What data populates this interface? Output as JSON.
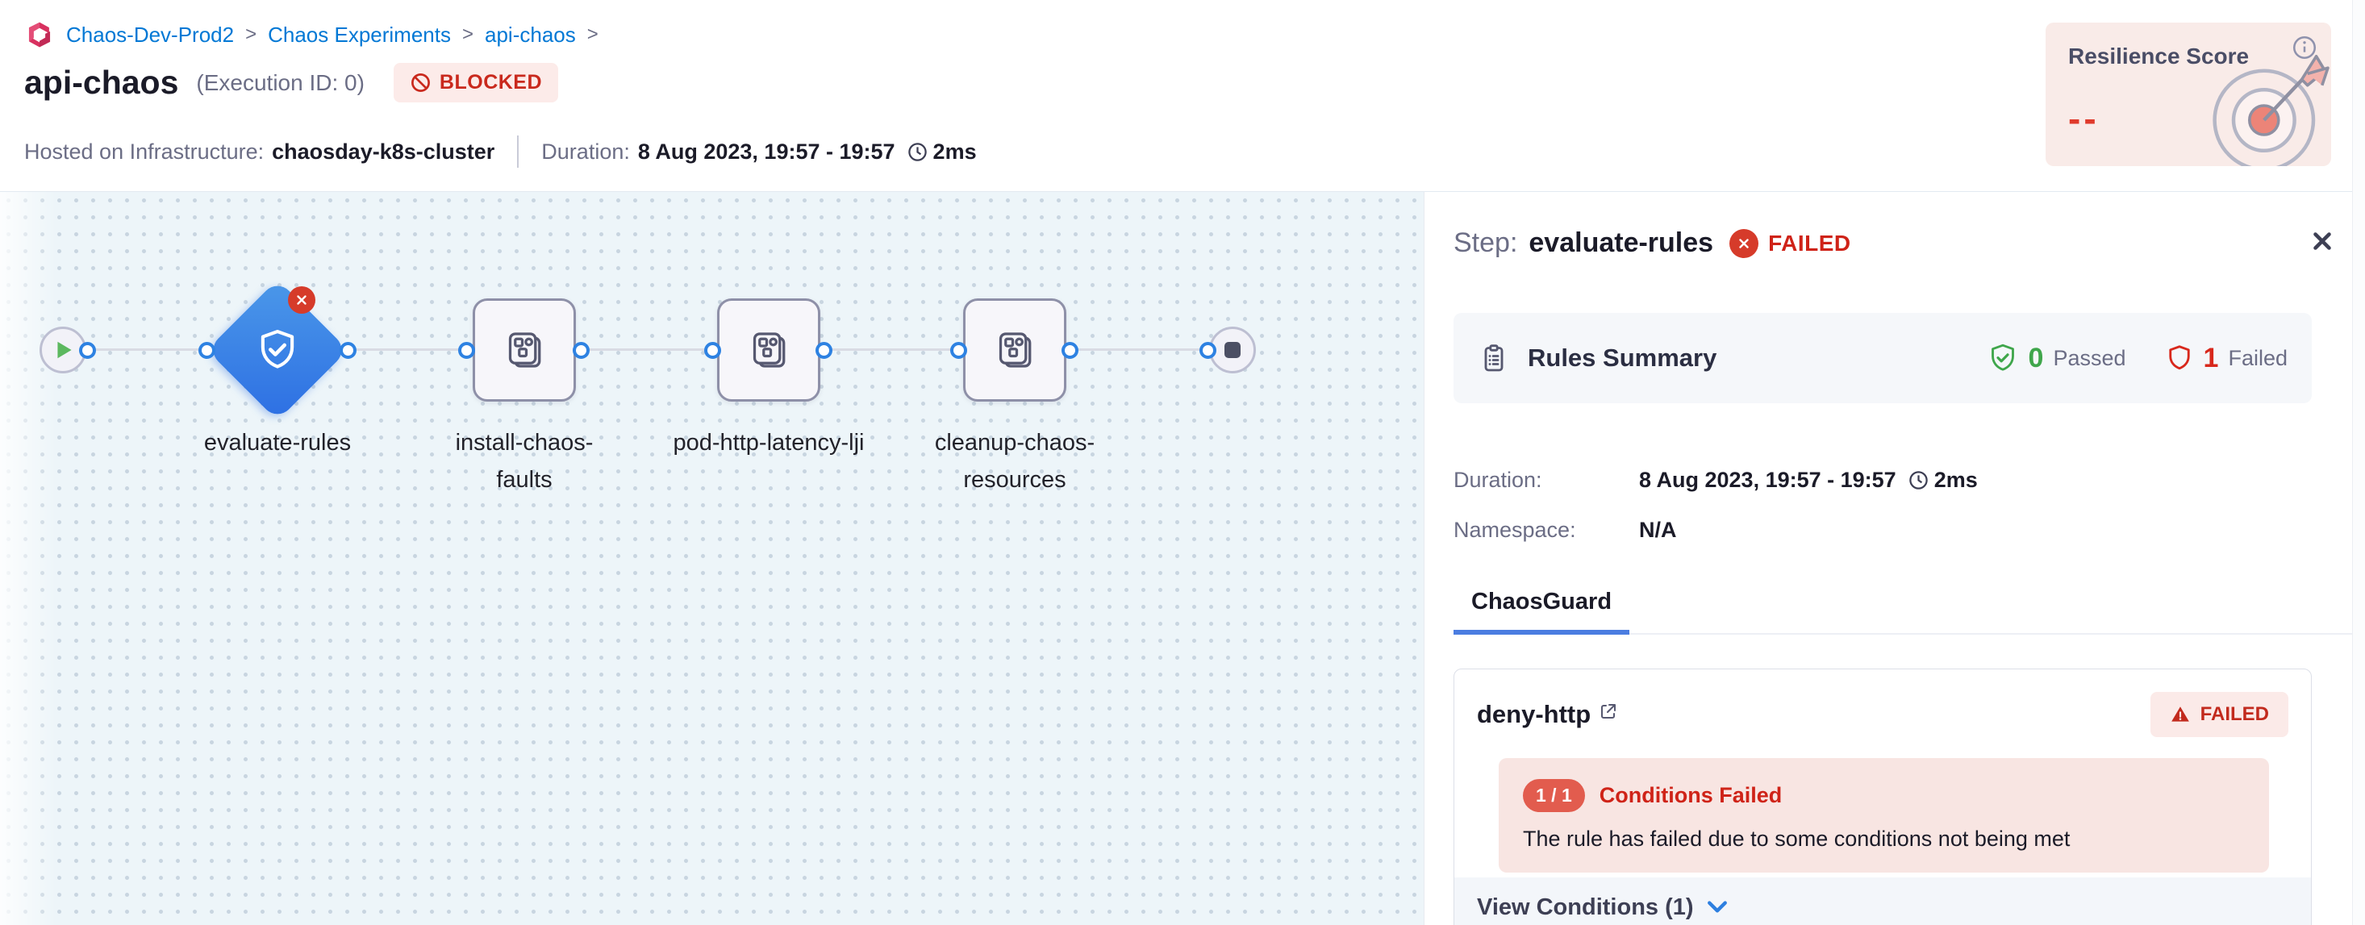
{
  "breadcrumb": {
    "items": [
      "Chaos-Dev-Prod2",
      "Chaos Experiments",
      "api-chaos"
    ],
    "separator": ">"
  },
  "header": {
    "title": "api-chaos",
    "execution_id": "(Execution ID: 0)",
    "status_badge": "BLOCKED",
    "infra_label": "Hosted on Infrastructure:",
    "infra_value": "chaosday-k8s-cluster",
    "duration_label": "Duration:",
    "duration_value": "8 Aug 2023, 19:57 - 19:57",
    "duration_ms": "2ms"
  },
  "resilience": {
    "title": "Resilience Score",
    "value": "--"
  },
  "pipeline": {
    "nodes": [
      {
        "type": "start-node",
        "label": ""
      },
      {
        "type": "chaosguard-diamond",
        "label": "evaluate-rules",
        "status": "FAILED"
      },
      {
        "type": "step-node",
        "label": "install-chaos-faults"
      },
      {
        "type": "step-node",
        "label": "pod-http-latency-lji"
      },
      {
        "type": "step-node",
        "label": "cleanup-chaos-resources"
      },
      {
        "type": "end-node",
        "label": ""
      }
    ]
  },
  "panel": {
    "step_label": "Step:",
    "step_name": "evaluate-rules",
    "step_status": "FAILED",
    "rules_summary": {
      "title": "Rules Summary",
      "passed_count": "0",
      "passed_label": "Passed",
      "failed_count": "1",
      "failed_label": "Failed"
    },
    "duration": {
      "label": "Duration:",
      "value": "8 Aug 2023, 19:57 - 19:57",
      "ms": "2ms"
    },
    "namespace": {
      "label": "Namespace:",
      "value": "N/A"
    },
    "tabs": [
      {
        "label": "ChaosGuard",
        "active": true
      }
    ],
    "rule": {
      "name": "deny-http",
      "status": "FAILED",
      "conditions_ratio": "1 / 1",
      "conditions_text": "Conditions Failed",
      "detail": "The rule has failed due to some conditions not being met",
      "footer": "View Conditions (1)"
    }
  },
  "icons": {
    "logo": "chaos-module-logo (magenta)",
    "blocked": "no-entry circle-slash",
    "clock": "clock outline",
    "info": "info circle outline",
    "target": "target with dart illustration",
    "play": "green play triangle",
    "stop": "gray stop square",
    "shield_check": "shield with checkmark",
    "error": "red circle with white x",
    "clipboard": "clipboard list",
    "warning": "warning triangle",
    "external_link": "external link arrow",
    "chevron_down": "blue chevron down",
    "close": "x"
  },
  "colors": {
    "accent_blue": "#0278d5",
    "diamond_blue": "#3a84e6",
    "failed_red": "#c9291d",
    "error_badge_red": "#d63b2a",
    "passed_green": "#3fa64b",
    "badge_pink_bg": "#fcebe9",
    "canvas_bg": "#edf5f9",
    "card_gray_bg": "#f5f7fa",
    "alert_pink_bg": "#f8e5e2",
    "tab_underline": "#4b7de1"
  }
}
